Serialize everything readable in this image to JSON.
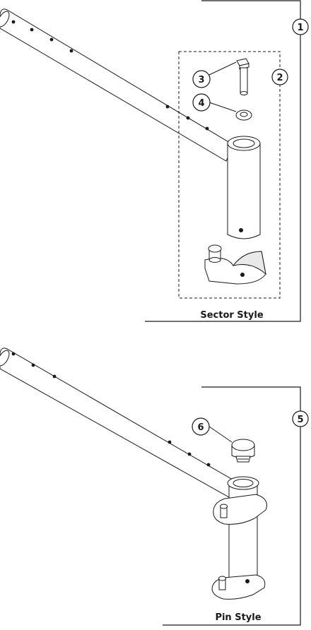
{
  "captions": {
    "sector": "Sector Style",
    "pin": "Pin Style"
  },
  "callouts": {
    "c1": "1",
    "c2": "2",
    "c3": "3",
    "c4": "4",
    "c5": "5",
    "c6": "6"
  },
  "colors": {
    "ink": "#1a1a1a",
    "background": "#ffffff"
  }
}
